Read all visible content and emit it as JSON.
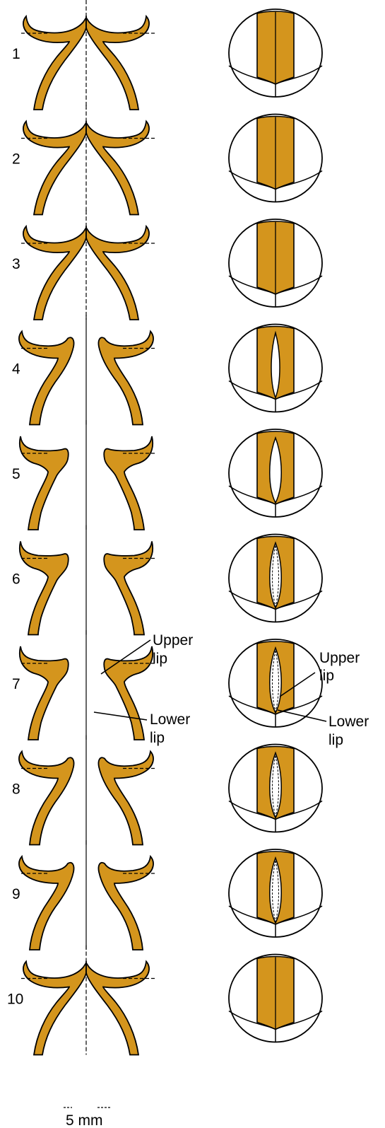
{
  "colors": {
    "tissue_fill": "#D4951D",
    "outline": "#000000",
    "background": "#ffffff"
  },
  "panels": [
    {
      "number": "1",
      "stage": "closed"
    },
    {
      "number": "2",
      "stage": "closed"
    },
    {
      "number": "3",
      "stage": "closed"
    },
    {
      "number": "4",
      "stage": "opening"
    },
    {
      "number": "5",
      "stage": "open"
    },
    {
      "number": "6",
      "stage": "open-lips"
    },
    {
      "number": "7",
      "stage": "open-lips"
    },
    {
      "number": "8",
      "stage": "closing"
    },
    {
      "number": "9",
      "stage": "closing"
    },
    {
      "number": "10",
      "stage": "closed"
    }
  ],
  "annotations": {
    "side_upper": "Upper",
    "side_upper_2": "lip",
    "side_lower": "Lower",
    "side_lower_2": "lip",
    "front_upper": "Upper",
    "front_upper_2": "lip",
    "front_lower": "Lower",
    "front_lower_2": "lip"
  },
  "scale": {
    "label": "5 mm"
  }
}
